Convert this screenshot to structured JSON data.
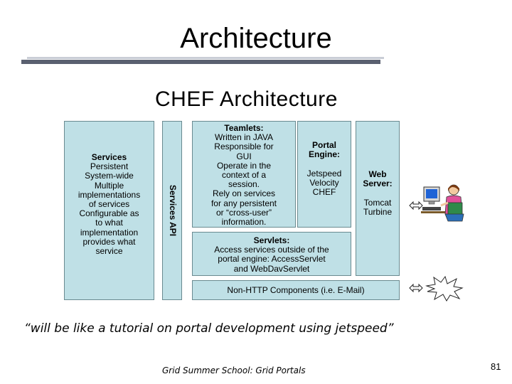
{
  "slide": {
    "title": "Architecture",
    "quote": "“will be like a tutorial on portal development using jetspeed”",
    "footer": "Grid Summer School: Grid Portals",
    "page_number": "81"
  },
  "diagram": {
    "title": "CHEF Architecture",
    "services": {
      "heading": "Services",
      "lines": [
        "Persistent",
        "System-wide",
        "Multiple",
        "implementations",
        "of services",
        "Configurable as",
        "to what",
        "implementation",
        "provides what",
        "service"
      ]
    },
    "services_api": "Services API",
    "teamlets": {
      "heading": "Teamlets:",
      "lines": [
        "Written in JAVA",
        "Responsible for",
        "GUI",
        "Operate in the",
        "context of a",
        "session.",
        "Rely on services",
        "for any persistent",
        "or “cross-user”",
        "information."
      ]
    },
    "portal_engine": {
      "heading_1": "Portal",
      "heading_2": "Engine:",
      "lines": [
        "Jetspeed",
        "Velocity",
        "CHEF"
      ]
    },
    "web_server": {
      "heading_1": "Web",
      "heading_2": "Server:",
      "lines": [
        "Tomcat",
        "Turbine"
      ]
    },
    "servlets": {
      "heading": "Servlets:",
      "lines": [
        "Access services outside of the",
        "portal engine: AccessServlet",
        "and WebDavServlet"
      ]
    },
    "non_http": "Non-HTTP Components (i.e. E-Mail)"
  },
  "icons": {
    "arrow_top": "double-arrow-icon",
    "arrow_bottom": "double-arrow-icon",
    "user": "user-at-computer-icon",
    "mail": "mail-burst-icon"
  },
  "colors": {
    "box_fill": "#bfe0e6",
    "box_border": "#6a8a90",
    "rule_dark": "#5a6070",
    "rule_light": "#c9cdd6"
  }
}
